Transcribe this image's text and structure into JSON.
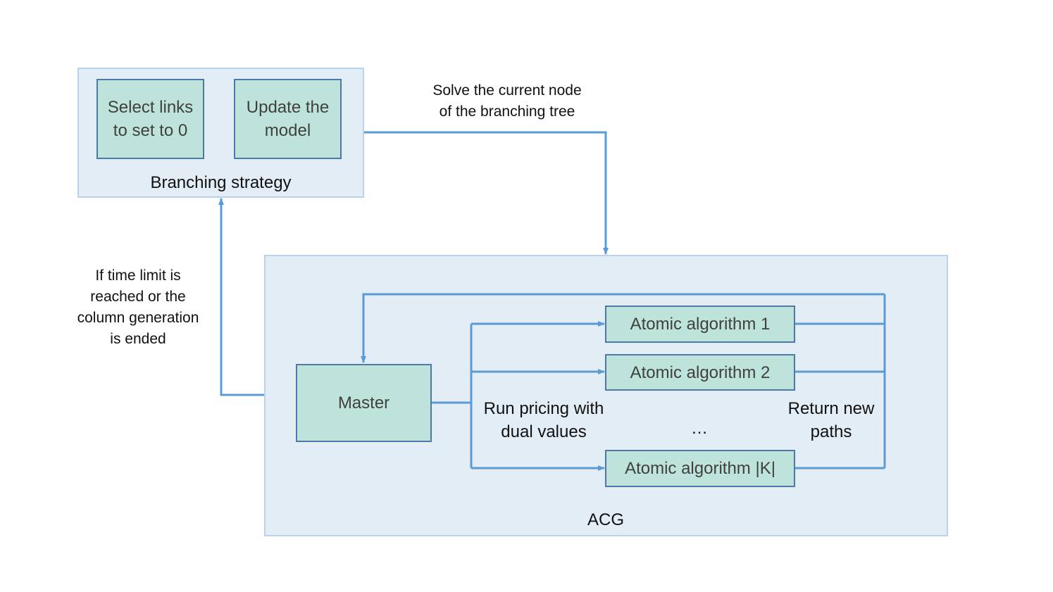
{
  "branching": {
    "title": "Branching strategy",
    "select_links": "Select links\nto set to 0",
    "update_model": "Update the\nmodel"
  },
  "acg": {
    "title": "ACG",
    "master": "Master",
    "atomic_1": "Atomic algorithm 1",
    "atomic_2": "Atomic algorithm 2",
    "atomic_k": "Atomic algorithm |K|",
    "ellipsis": "…",
    "run_pricing": "Run pricing with\ndual values",
    "return_paths": "Return new\npaths"
  },
  "edges": {
    "solve_node": "Solve the current node\nof the branching tree",
    "time_limit": "If time limit is\nreached or the\ncolumn generation\nis ended"
  },
  "colors": {
    "panel_fill": "#e3edf6",
    "panel_border": "#bcd2e8",
    "box_fill": "#bde3da",
    "box_border": "#4e78a8",
    "wire": "#5b9bd5"
  }
}
